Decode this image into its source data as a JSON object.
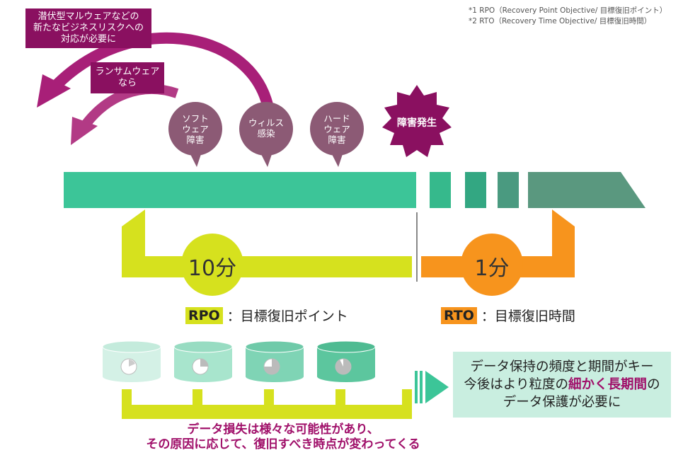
{
  "notes": {
    "rpo_note": "*1 RPO（Recovery Point Objective/ 目標復旧ポイント）",
    "rto_note": "*2 RTO（Recovery Time Objective/ 目標復旧時間）"
  },
  "callouts": {
    "malware_line1": "潜伏型マルウェアなどの",
    "malware_line2": "新たなビジネスリスクへの",
    "malware_line3": "対応が必要に",
    "ransomware_line1": "ランサムウェア",
    "ransomware_line2": "なら"
  },
  "bubbles": [
    {
      "line1": "ソフト",
      "line2": "ウェア",
      "line3": "障害"
    },
    {
      "line1": "ウィルス",
      "line2": "感染"
    },
    {
      "line1": "ハード",
      "line2": "ウェア",
      "line3": "障害"
    }
  ],
  "incident": "障害発生",
  "rpo": {
    "value": "10分",
    "tag": "RPO",
    "desc": "：目標復旧ポイント"
  },
  "rto": {
    "value": "1分",
    "tag": "RTO",
    "desc": "：目標復旧時間"
  },
  "info_box": {
    "line1": "データ保持の頻度と期間がキー",
    "line2_pre": "今後はより粒度の",
    "line2_hl": "細かく長期間",
    "line2_post": "の",
    "line3": "データ保護が必要に"
  },
  "bottom": {
    "line1": "データ損失は様々な可能性があり、",
    "line2": "その原因に応じて、復旧すべき時点が変わってくる"
  },
  "colors": {
    "timeline": "#3cc598",
    "magenta": "#8a1060",
    "bubble": "#8c5a75",
    "rpo": "#d6e11e",
    "rto": "#f7941d"
  }
}
